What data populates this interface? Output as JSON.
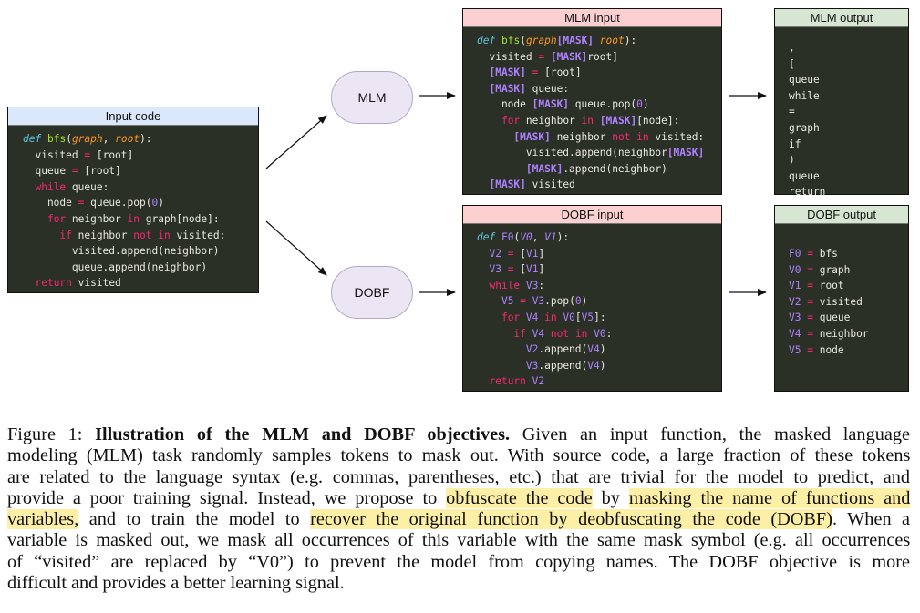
{
  "figure": {
    "input_code": {
      "title": "Input code",
      "lines": [
        [
          {
            "t": "def",
            "c": "kw-def"
          },
          {
            "t": " "
          },
          {
            "t": "bfs",
            "c": "fn"
          },
          {
            "t": "("
          },
          {
            "t": "graph",
            "c": "arg"
          },
          {
            "t": ", "
          },
          {
            "t": "root",
            "c": "arg"
          },
          {
            "t": "):"
          }
        ],
        [
          {
            "t": "  visited "
          },
          {
            "t": "=",
            "c": "op"
          },
          {
            "t": " [root]"
          }
        ],
        [
          {
            "t": "  queue "
          },
          {
            "t": "=",
            "c": "op"
          },
          {
            "t": " [root]"
          }
        ],
        [
          {
            "t": "  "
          },
          {
            "t": "while",
            "c": "kw"
          },
          {
            "t": " queue:"
          }
        ],
        [
          {
            "t": "    node "
          },
          {
            "t": "=",
            "c": "op"
          },
          {
            "t": " queue.pop("
          },
          {
            "t": "0",
            "c": "num"
          },
          {
            "t": ")"
          }
        ],
        [
          {
            "t": "    "
          },
          {
            "t": "for",
            "c": "kw"
          },
          {
            "t": " neighbor "
          },
          {
            "t": "in",
            "c": "kw"
          },
          {
            "t": " graph[node]:"
          }
        ],
        [
          {
            "t": "      "
          },
          {
            "t": "if",
            "c": "kw"
          },
          {
            "t": " neighbor "
          },
          {
            "t": "not",
            "c": "kw"
          },
          {
            "t": " "
          },
          {
            "t": "in",
            "c": "kw"
          },
          {
            "t": " visited:"
          }
        ],
        [
          {
            "t": "        visited.append(neighbor)"
          }
        ],
        [
          {
            "t": "        queue.append(neighbor)"
          }
        ],
        [
          {
            "t": "  "
          },
          {
            "t": "return",
            "c": "kw"
          },
          {
            "t": " visited"
          }
        ]
      ]
    },
    "objectives": [
      {
        "label": "MLM"
      },
      {
        "label": "DOBF"
      }
    ],
    "mlm_input": {
      "title": "MLM input",
      "lines": [
        [
          {
            "t": "def",
            "c": "kw-def"
          },
          {
            "t": " "
          },
          {
            "t": "bfs",
            "c": "fn"
          },
          {
            "t": "("
          },
          {
            "t": "graph",
            "c": "arg"
          },
          {
            "t": "[MASK]",
            "c": "mask"
          },
          {
            "t": " "
          },
          {
            "t": "root",
            "c": "arg"
          },
          {
            "t": "):"
          }
        ],
        [
          {
            "t": "  visited "
          },
          {
            "t": "=",
            "c": "op"
          },
          {
            "t": " "
          },
          {
            "t": "[MASK]",
            "c": "mask"
          },
          {
            "t": "root]"
          }
        ],
        [
          {
            "t": "  "
          },
          {
            "t": "[MASK]",
            "c": "mask"
          },
          {
            "t": " "
          },
          {
            "t": "=",
            "c": "op"
          },
          {
            "t": " [root]"
          }
        ],
        [
          {
            "t": "  "
          },
          {
            "t": "[MASK]",
            "c": "mask"
          },
          {
            "t": " queue:"
          }
        ],
        [
          {
            "t": "    node "
          },
          {
            "t": "[MASK]",
            "c": "mask"
          },
          {
            "t": " queue.pop("
          },
          {
            "t": "0",
            "c": "num"
          },
          {
            "t": ")"
          }
        ],
        [
          {
            "t": "    "
          },
          {
            "t": "for",
            "c": "kw"
          },
          {
            "t": " neighbor "
          },
          {
            "t": "in",
            "c": "kw"
          },
          {
            "t": " "
          },
          {
            "t": "[MASK]",
            "c": "mask"
          },
          {
            "t": "[node]:"
          }
        ],
        [
          {
            "t": "      "
          },
          {
            "t": "[MASK]",
            "c": "mask"
          },
          {
            "t": " neighbor "
          },
          {
            "t": "not",
            "c": "kw"
          },
          {
            "t": " "
          },
          {
            "t": "in",
            "c": "kw"
          },
          {
            "t": " visited:"
          }
        ],
        [
          {
            "t": "        visited.append(neighbor"
          },
          {
            "t": "[MASK]",
            "c": "mask"
          }
        ],
        [
          {
            "t": "        "
          },
          {
            "t": "[MASK]",
            "c": "mask"
          },
          {
            "t": ".append(neighbor)"
          }
        ],
        [
          {
            "t": "  "
          },
          {
            "t": "[MASK]",
            "c": "mask"
          },
          {
            "t": " visited"
          }
        ]
      ]
    },
    "mlm_output": {
      "title": "MLM output",
      "tokens": [
        ",",
        "[",
        "queue",
        "while",
        "=",
        "graph",
        "if",
        ")",
        "queue",
        "return"
      ]
    },
    "dobf_input": {
      "title": "DOBF input",
      "lines": [
        [
          {
            "t": "def",
            "c": "kw-def"
          },
          {
            "t": " "
          },
          {
            "t": "F0",
            "c": "var"
          },
          {
            "t": "("
          },
          {
            "t": "V0",
            "c": "var-i"
          },
          {
            "t": ", "
          },
          {
            "t": "V1",
            "c": "var-i"
          },
          {
            "t": "):"
          }
        ],
        [
          {
            "t": "  "
          },
          {
            "t": "V2",
            "c": "var"
          },
          {
            "t": " "
          },
          {
            "t": "=",
            "c": "op"
          },
          {
            "t": " ["
          },
          {
            "t": "V1",
            "c": "var"
          },
          {
            "t": "]"
          }
        ],
        [
          {
            "t": "  "
          },
          {
            "t": "V3",
            "c": "var"
          },
          {
            "t": " "
          },
          {
            "t": "=",
            "c": "op"
          },
          {
            "t": " ["
          },
          {
            "t": "V1",
            "c": "var"
          },
          {
            "t": "]"
          }
        ],
        [
          {
            "t": "  "
          },
          {
            "t": "while",
            "c": "kw"
          },
          {
            "t": " "
          },
          {
            "t": "V3",
            "c": "var"
          },
          {
            "t": ":"
          }
        ],
        [
          {
            "t": "    "
          },
          {
            "t": "V5",
            "c": "var"
          },
          {
            "t": " "
          },
          {
            "t": "=",
            "c": "op"
          },
          {
            "t": " "
          },
          {
            "t": "V3",
            "c": "var"
          },
          {
            "t": ".pop("
          },
          {
            "t": "0",
            "c": "num"
          },
          {
            "t": ")"
          }
        ],
        [
          {
            "t": "    "
          },
          {
            "t": "for",
            "c": "kw"
          },
          {
            "t": " "
          },
          {
            "t": "V4",
            "c": "var"
          },
          {
            "t": " "
          },
          {
            "t": "in",
            "c": "kw"
          },
          {
            "t": " "
          },
          {
            "t": "V0",
            "c": "var"
          },
          {
            "t": "["
          },
          {
            "t": "V5",
            "c": "var"
          },
          {
            "t": "]:"
          }
        ],
        [
          {
            "t": "      "
          },
          {
            "t": "if",
            "c": "kw"
          },
          {
            "t": " "
          },
          {
            "t": "V4",
            "c": "var"
          },
          {
            "t": " "
          },
          {
            "t": "not",
            "c": "kw"
          },
          {
            "t": " "
          },
          {
            "t": "in",
            "c": "kw"
          },
          {
            "t": " "
          },
          {
            "t": "V0",
            "c": "var"
          },
          {
            "t": ":"
          }
        ],
        [
          {
            "t": "        "
          },
          {
            "t": "V2",
            "c": "var"
          },
          {
            "t": ".append("
          },
          {
            "t": "V4",
            "c": "var"
          },
          {
            "t": ")"
          }
        ],
        [
          {
            "t": "        "
          },
          {
            "t": "V3",
            "c": "var"
          },
          {
            "t": ".append("
          },
          {
            "t": "V4",
            "c": "var"
          },
          {
            "t": ")"
          }
        ],
        [
          {
            "t": "  "
          },
          {
            "t": "return",
            "c": "kw"
          },
          {
            "t": " "
          },
          {
            "t": "V2",
            "c": "var"
          }
        ]
      ]
    },
    "dobf_output": {
      "title": "DOBF output",
      "mappings": [
        {
          "key": "F0",
          "value": "bfs"
        },
        {
          "key": "V0",
          "value": "graph"
        },
        {
          "key": "V1",
          "value": "root"
        },
        {
          "key": "V2",
          "value": "visited"
        },
        {
          "key": "V3",
          "value": "queue"
        },
        {
          "key": "V4",
          "value": "neighbor"
        },
        {
          "key": "V5",
          "value": "node"
        }
      ],
      "separator": "="
    }
  },
  "caption": {
    "lines": [
      [
        {
          "t": "Figure 1:  "
        },
        {
          "t": "Illustration of the MLM and DOBF objectives.",
          "s": "bold"
        },
        {
          "t": "  Given an input function, the masked language"
        }
      ],
      [
        {
          "t": "modeling (MLM) task randomly samples tokens to mask out. With source code, a large fraction of these tokens"
        }
      ],
      [
        {
          "t": "are related to the language syntax (e.g. commas, parentheses, etc.) that are trivial for the model to predict, and"
        }
      ],
      [
        {
          "t": "provide a poor training signal. Instead, we propose to "
        },
        {
          "t": "obfuscate the code",
          "s": "hl"
        },
        {
          "t": " by "
        },
        {
          "t": "masking the name of functions and",
          "s": "hl"
        }
      ],
      [
        {
          "t": "variables,",
          "s": "hl"
        },
        {
          "t": " and to train the model to "
        },
        {
          "t": "recover the original function by deobfuscating the code (DOBF)",
          "s": "hl"
        },
        {
          "t": ". When a"
        }
      ],
      [
        {
          "t": "variable is masked out, we mask all occurrences of this variable with the same mask symbol (e.g. all occurrences"
        }
      ],
      [
        {
          "t": "of “visited” are replaced by “V0”) to prevent the model from copying names.  The DOBF objective is more"
        }
      ],
      [
        {
          "t": "difficult and provides a better learning signal."
        }
      ]
    ]
  }
}
